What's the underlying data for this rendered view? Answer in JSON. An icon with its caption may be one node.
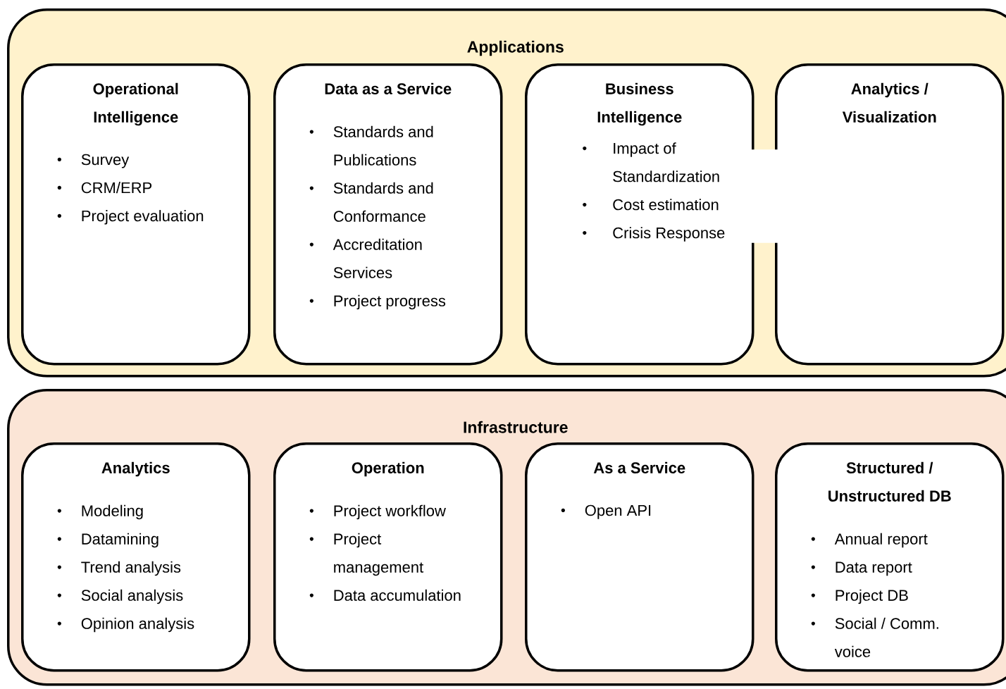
{
  "diagram": {
    "nodes": [
      {
        "text": [
          "Applications"
        ]
      },
      {
        "text": [
          "Operational Intelligence",
          "Survey",
          "CRM/ERP",
          "Project evaluation"
        ],
        "in": 0
      },
      {
        "text": [
          "Data as a Service",
          "Standards and Publications",
          "Standards and Conformance",
          "Accreditation Services",
          "Project progress"
        ],
        "in": 0
      },
      {
        "text": [
          "Business Intelligence",
          "Impact of Standardization",
          "Cost estimation",
          "Crisis Response"
        ],
        "in": 0
      },
      {
        "text": [
          "Analytics / Visualization"
        ],
        "in": 0
      },
      {
        "text": [
          "Infrastructure"
        ]
      },
      {
        "text": [
          "Analytics",
          "Modeling",
          "Datamining",
          "Trend analysis",
          "Social analysis",
          "Opinion analysis"
        ],
        "in": 5
      },
      {
        "text": [
          "Operation",
          "Project workflow",
          "Project management",
          "Data accumulation"
        ],
        "in": 5
      },
      {
        "text": [
          "As a Service",
          "Open API"
        ],
        "in": 5
      },
      {
        "text": [
          "Structured / Unstructured DB",
          "Annual report",
          "Data report",
          "Project DB",
          "Social / Comm. voice"
        ],
        "in": 5
      }
    ]
  }
}
